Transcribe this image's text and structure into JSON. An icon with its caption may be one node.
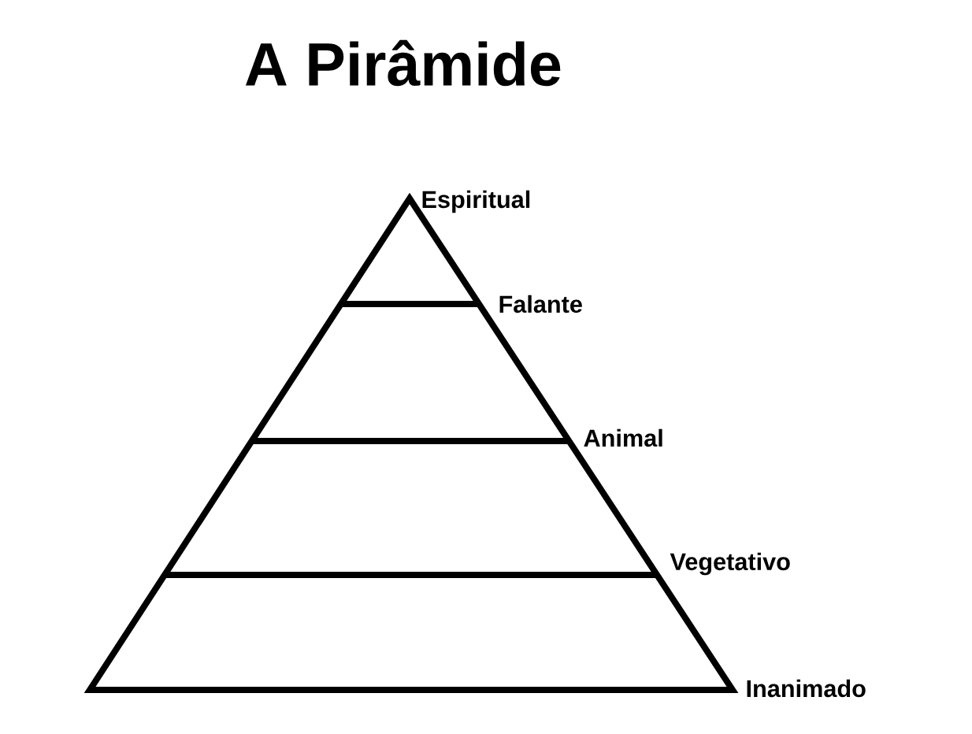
{
  "diagram": {
    "title": "A Pirâmide",
    "labels": [
      "Espiritual",
      "Falante",
      "Animal",
      "Vegetativo",
      "Inanimado"
    ]
  }
}
